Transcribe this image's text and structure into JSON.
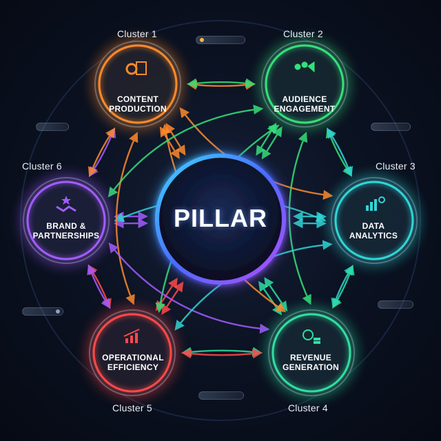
{
  "center": {
    "label": "PILLAR"
  },
  "clusters": [
    {
      "cluster_label": "Cluster 1",
      "title_line1": "CONTENT",
      "title_line2": "PRODUCTION",
      "icon": "gear-document-icon",
      "color": "#ff8a2a"
    },
    {
      "cluster_label": "Cluster 2",
      "title_line1": "AUDIENCE",
      "title_line2": "ENGAGEMENT",
      "icon": "people-megaphone-icon",
      "color": "#35e07a"
    },
    {
      "cluster_label": "Cluster 3",
      "title_line1": "DATA",
      "title_line2": "ANALYTICS",
      "icon": "bar-chart-lightbulb-icon",
      "color": "#2fd6d6"
    },
    {
      "cluster_label": "Cluster 4",
      "title_line1": "REVENUE",
      "title_line2": "GENERATION",
      "icon": "dollar-coins-icon",
      "color": "#2ee0a0"
    },
    {
      "cluster_label": "Cluster 5",
      "title_line1": "OPERATIONAL",
      "title_line2": "EFFICIENCY",
      "icon": "trending-bars-icon",
      "color": "#ff4a4a"
    },
    {
      "cluster_label": "Cluster 6",
      "title_line1": "BRAND &",
      "title_line2": "PARTNERSHIPS",
      "icon": "handshake-star-icon",
      "color": "#a35cff"
    }
  ]
}
